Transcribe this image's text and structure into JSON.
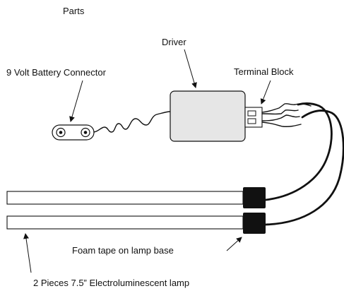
{
  "title": "Parts",
  "labels": {
    "driver": "Driver",
    "battery_connector": "9 Volt Battery Connector",
    "terminal_block": "Terminal Block",
    "foam_tape": "Foam tape on lamp base",
    "lamp": "2 Pieces 7.5” Electroluminescent lamp"
  },
  "colors": {
    "ink": "#111111",
    "driver_fill": "#e6e6e6",
    "lamp_fill": "#ffffff",
    "lamp_base": "#111111",
    "background": "#ffffff"
  }
}
